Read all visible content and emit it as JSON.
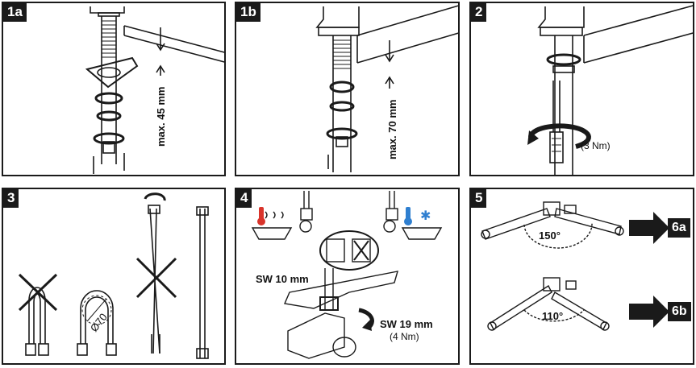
{
  "steps": {
    "s1a": {
      "label": "1a",
      "dimension": "max. 45 mm"
    },
    "s1b": {
      "label": "1b",
      "dimension": "max. 70 mm"
    },
    "s2": {
      "label": "2",
      "torque": "(3 Nm)"
    },
    "s3": {
      "label": "3",
      "diameter": "Ø70"
    },
    "s4": {
      "label": "4",
      "wrench_small": "SW 10 mm",
      "wrench_large": "SW 19 mm",
      "torque": "(4 Nm)"
    },
    "s5": {
      "label": "5",
      "angle_a": "150°",
      "angle_b": "110°",
      "next_a": "6a",
      "next_b": "6b"
    }
  },
  "colors": {
    "line": "#1a1a1a",
    "hot": "#d9342b",
    "cold": "#2f7fd0"
  },
  "icons": [
    "thermometer-hot-icon",
    "snowflake-cold-icon",
    "rotation-arrow-icon",
    "cross-mark-icon",
    "right-arrow-icon"
  ]
}
